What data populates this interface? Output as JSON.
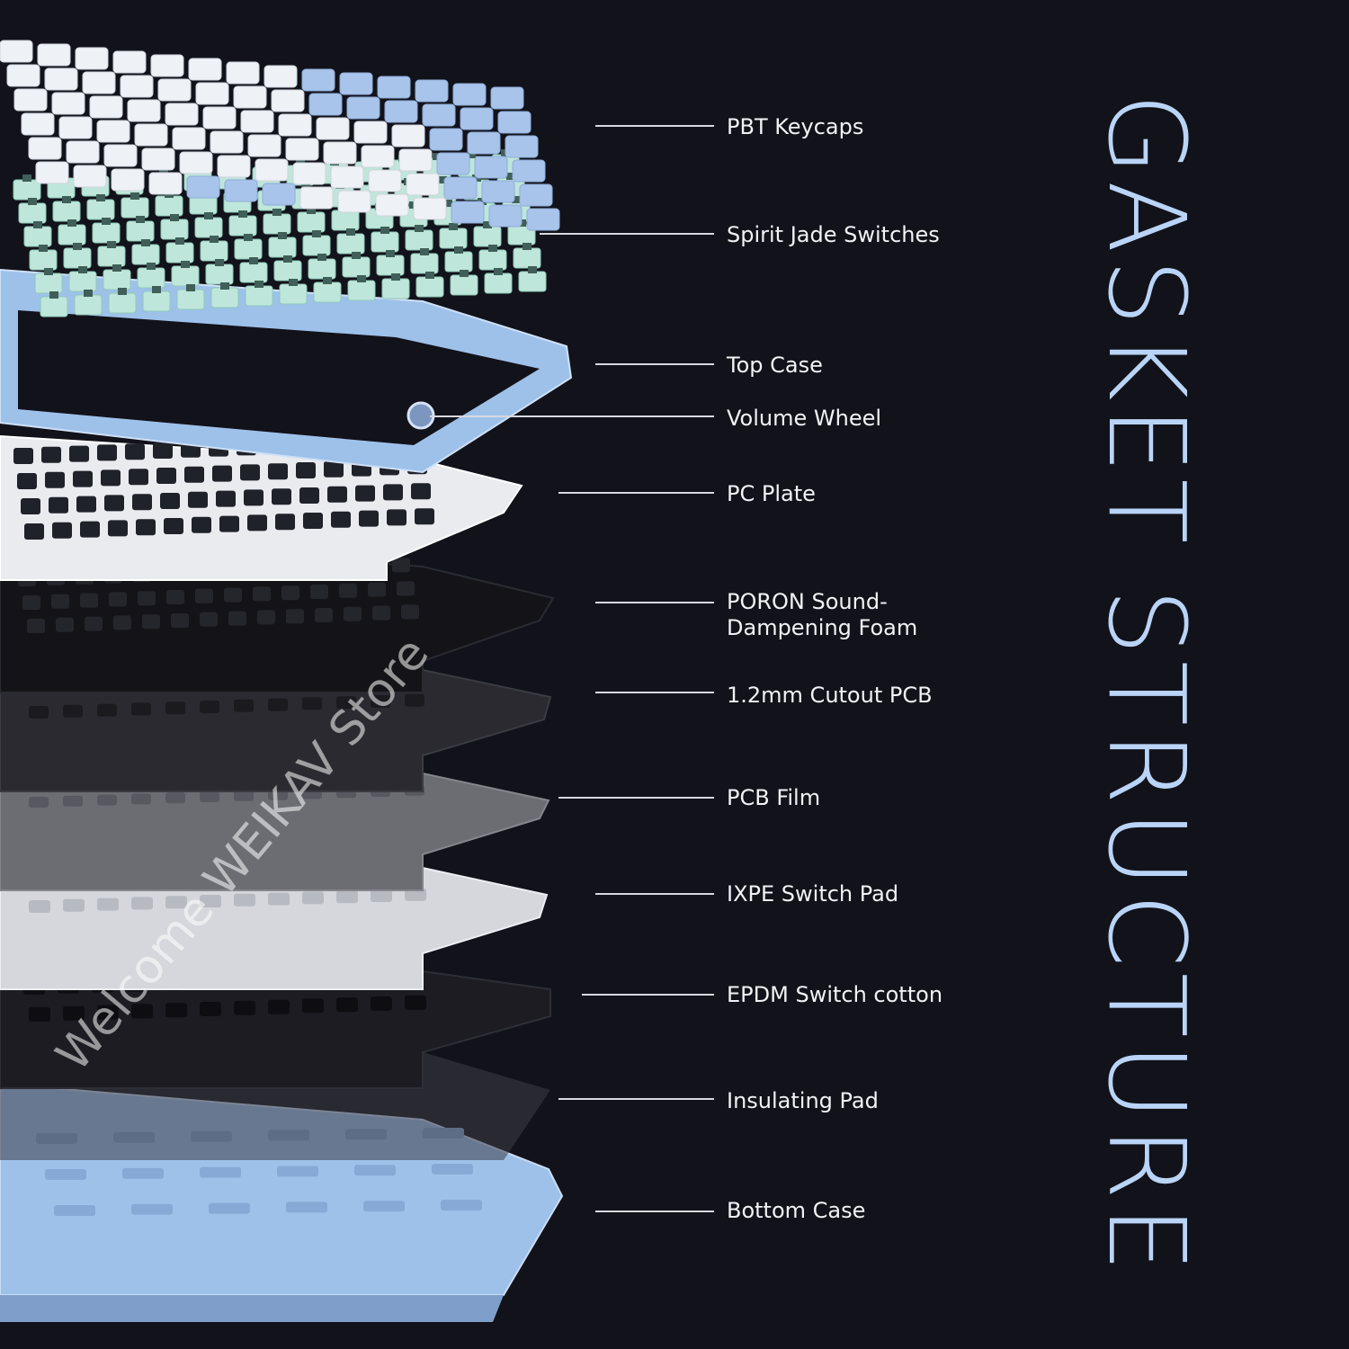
{
  "title": "GASKET STRUCTURE",
  "watermark": "Welcome WEIKAV Store",
  "colors": {
    "background": "#12121a",
    "title": "#b9d4f6",
    "case_blue": "#9ec1ea",
    "keycap_white": "#eef1f6",
    "keycap_blue": "#a9c4ea",
    "switch_jade": "#bfe6da"
  },
  "layers": [
    {
      "id": "keycaps",
      "label": "PBT Keycaps"
    },
    {
      "id": "switches",
      "label": "Spirit Jade Switches"
    },
    {
      "id": "top-case",
      "label": "Top Case"
    },
    {
      "id": "volume-wheel",
      "label": "Volume Wheel"
    },
    {
      "id": "pc-plate",
      "label": "PC Plate"
    },
    {
      "id": "poron-foam",
      "label": "PORON Sound-\nDampening Foam"
    },
    {
      "id": "cutout-pcb",
      "label": "1.2mm Cutout PCB"
    },
    {
      "id": "pcb-film",
      "label": "PCB Film"
    },
    {
      "id": "ixpe-pad",
      "label": "IXPE Switch Pad"
    },
    {
      "id": "epdm-cotton",
      "label": "EPDM Switch cotton"
    },
    {
      "id": "insulating-pad",
      "label": "Insulating Pad"
    },
    {
      "id": "bottom-case",
      "label": "Bottom Case"
    }
  ]
}
